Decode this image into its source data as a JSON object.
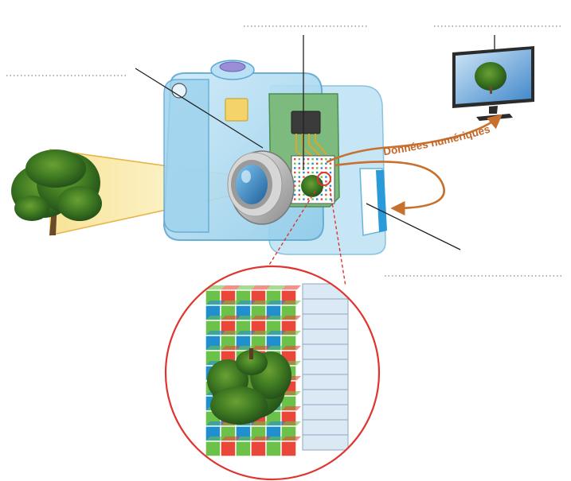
{
  "diagram": {
    "flow_label": "Données numériques",
    "colors": {
      "flow_arrow": "#c8702d",
      "flow_text": "#c4682a",
      "camera_body": "#a9d9f0",
      "circuit_board": "#7cba7e",
      "zoom_circle": "#e0342f",
      "sensor_red": "#e8473a",
      "sensor_green": "#6cc14a",
      "sensor_blue": "#1f8fd0",
      "card_slot": "#2a9ad8",
      "screen": "#2f7fc4"
    },
    "blank_labels": [
      "callout-top-left",
      "callout-top-center",
      "callout-top-right",
      "callout-right"
    ]
  }
}
